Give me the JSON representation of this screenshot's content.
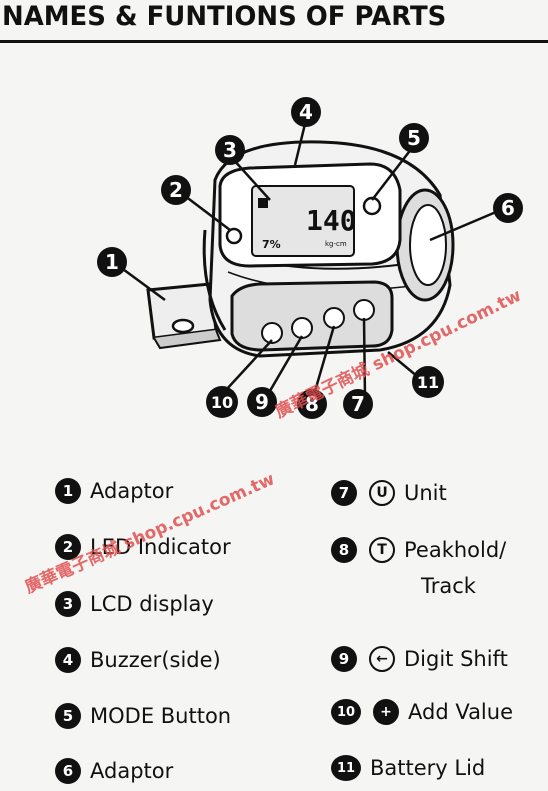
{
  "title": "NAMES & FUNTIONS OF PARTS",
  "lcd": {
    "value": "140",
    "unit": "kg-cm"
  },
  "callouts": [
    "1",
    "2",
    "3",
    "4",
    "5",
    "6",
    "7",
    "8",
    "9",
    "10",
    "11"
  ],
  "legend_left": [
    {
      "num": "1",
      "label": "Adaptor"
    },
    {
      "num": "2",
      "label": "LED Indicator"
    },
    {
      "num": "3",
      "label": "LCD display"
    },
    {
      "num": "4",
      "label": "Buzzer(side)"
    },
    {
      "num": "5",
      "label": "MODE Button"
    },
    {
      "num": "6",
      "label": "Adaptor"
    }
  ],
  "legend_right": [
    {
      "num": "7",
      "icon": "U",
      "label": "Unit"
    },
    {
      "num": "8",
      "icon": "T",
      "label": "Peakhold/",
      "label2": "Track"
    },
    {
      "num": "9",
      "icon": "←",
      "label": "Digit Shift"
    },
    {
      "num": "10",
      "icon": "+",
      "label": "Add Value"
    },
    {
      "num": "11",
      "icon": "",
      "label": "Battery Lid"
    }
  ],
  "watermark_1": "廣華電子商城 shop.cpu.com.tw",
  "watermark_2": "廣華電子商城 shop.cpu.com.tw"
}
